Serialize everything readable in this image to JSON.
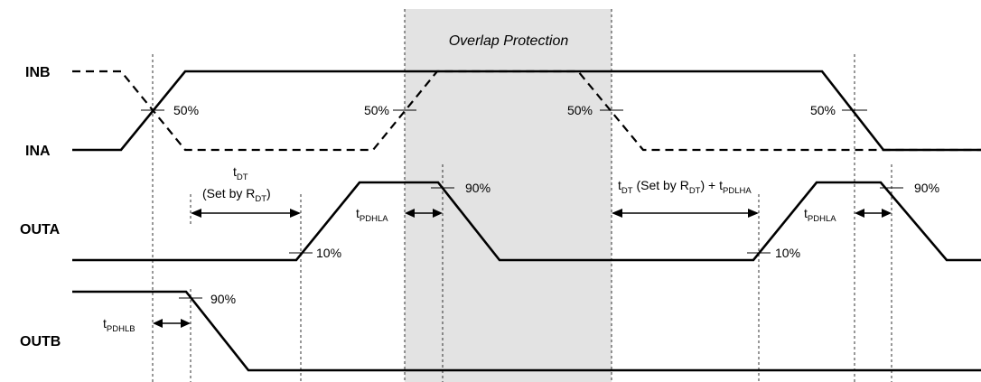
{
  "signals": {
    "inb": "INB",
    "ina": "INA",
    "outa": "OUTA",
    "outb": "OUTB"
  },
  "overlap_title": "Overlap Protection",
  "percent": {
    "p50": "50%",
    "p90": "90%",
    "p10": "10%"
  },
  "timing": {
    "t": "t",
    "dt_sub": "DT",
    "set_by": "(Set by R",
    "close_paren": ")",
    "pdhla_sub": "PDHLA",
    "pdhlb_sub": "PDHLB",
    "pdlha_sub": "PDLHA",
    "set_by_inline": " (Set by R",
    "plus_t": ") + t"
  },
  "colors": {
    "band": "#e3e3e3",
    "line": "#000000"
  }
}
